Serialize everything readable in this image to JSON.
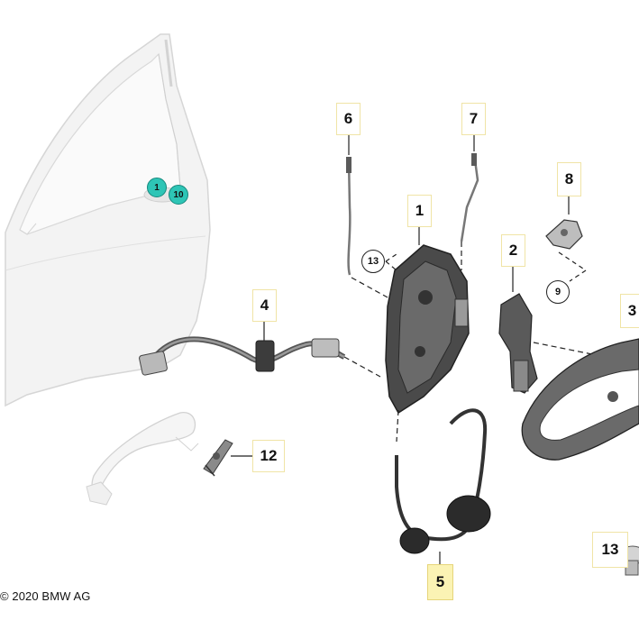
{
  "diagram": {
    "copyright": "© 2020 BMW AG",
    "callouts": [
      {
        "id": "1",
        "label": "1",
        "highlighted": false
      },
      {
        "id": "2",
        "label": "2",
        "highlighted": false
      },
      {
        "id": "3",
        "label": "3",
        "highlighted": false
      },
      {
        "id": "4",
        "label": "4",
        "highlighted": false
      },
      {
        "id": "5",
        "label": "5",
        "highlighted": true
      },
      {
        "id": "6",
        "label": "6",
        "highlighted": false
      },
      {
        "id": "7",
        "label": "7",
        "highlighted": false
      },
      {
        "id": "8",
        "label": "8",
        "highlighted": false
      },
      {
        "id": "12",
        "label": "12",
        "highlighted": false
      },
      {
        "id": "13",
        "label": "13",
        "highlighted": false
      }
    ],
    "circle_tags": [
      {
        "id": "9",
        "label": "9"
      },
      {
        "id": "13",
        "label": "13"
      }
    ],
    "door_markers": [
      {
        "id": "1",
        "label": "1",
        "color": "#2ec5b6"
      },
      {
        "id": "10",
        "label": "10",
        "color": "#2ec5b6"
      }
    ],
    "highlight_color": "#fbf3b4"
  }
}
